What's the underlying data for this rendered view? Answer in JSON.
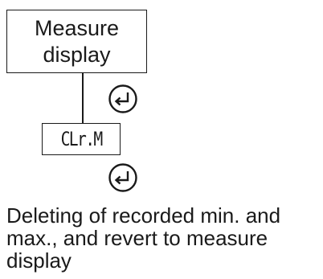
{
  "diagram": {
    "start_box_text": "Measure\ndisplay",
    "code_box_text": "CLr.M",
    "description_text": "Deleting of recorded min. and max., and revert to measure display",
    "icons": [
      "enter-key-icon",
      "enter-key-icon"
    ]
  }
}
